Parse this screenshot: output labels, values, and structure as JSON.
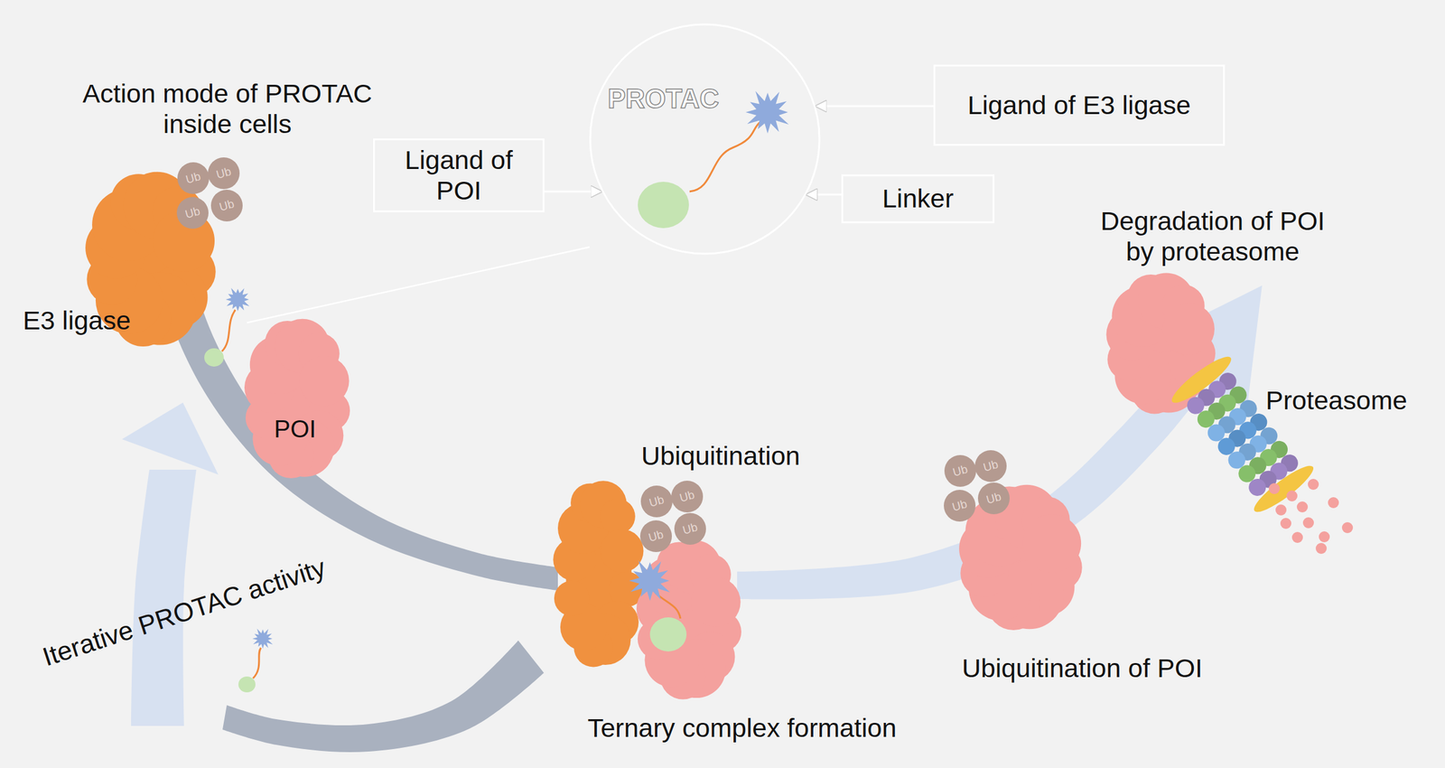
{
  "diagram": {
    "nodes": [
      {
        "text": [
          "PROTAC"
        ]
      },
      {
        "text": [
          "Ligand of E3 ligase"
        ]
      },
      {
        "text": [
          "Ligand of POI"
        ]
      },
      {
        "text": [
          "Linker"
        ]
      },
      {
        "text": [
          "Ub"
        ]
      },
      {
        "text": [
          "Ub"
        ]
      },
      {
        "text": [
          "Ub"
        ]
      },
      {
        "text": [
          "Ub"
        ]
      },
      {
        "text": [
          "E3 ligase"
        ]
      },
      {
        "text": [
          "POI"
        ]
      },
      {
        "text": [
          "Ub"
        ]
      },
      {
        "text": [
          "Ub"
        ]
      },
      {
        "text": [
          "Ub"
        ]
      },
      {
        "text": [
          "Ub"
        ]
      },
      {
        "text": [
          "Ub"
        ]
      },
      {
        "text": [
          "Ub"
        ]
      },
      {
        "text": [
          "Ub"
        ]
      },
      {
        "text": [
          "Ub"
        ]
      }
    ],
    "edges": [
      {
        "from": 1,
        "to": 0,
        "arrow": "to"
      },
      {
        "from": 2,
        "to": 0,
        "arrow": "to"
      },
      {
        "from": 3,
        "to": 0,
        "arrow": "to"
      }
    ],
    "labels": [
      "Action mode of PROTAC inside cells",
      "Degradation of POI by proteasome",
      "Proteasome",
      "Ubiquitination",
      "Iterative PROTAC activity",
      "Ubiquitination of POI",
      "Ternary complex formation"
    ]
  }
}
